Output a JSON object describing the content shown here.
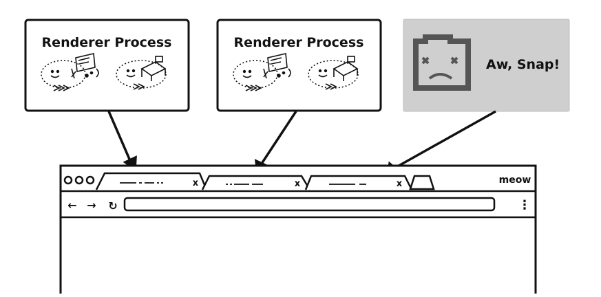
{
  "processes": [
    {
      "label": "Renderer Process"
    },
    {
      "label": "Renderer Process"
    }
  ],
  "crash": {
    "label": "Aw, Snap!",
    "icon": "sad-folder-icon",
    "background": "#cfcfcf"
  },
  "browser": {
    "user_label": "meow",
    "tabs": [
      {
        "close_label": "x"
      },
      {
        "close_label": "x"
      },
      {
        "close_label": "x"
      }
    ],
    "nav": {
      "back_label": "←",
      "forward_label": "→",
      "reload_label": "↻",
      "menu_label": "⋮"
    }
  },
  "colors": {
    "ink": "#111111",
    "crash_bg": "#cfcfcf",
    "crash_icon": "#555555"
  }
}
